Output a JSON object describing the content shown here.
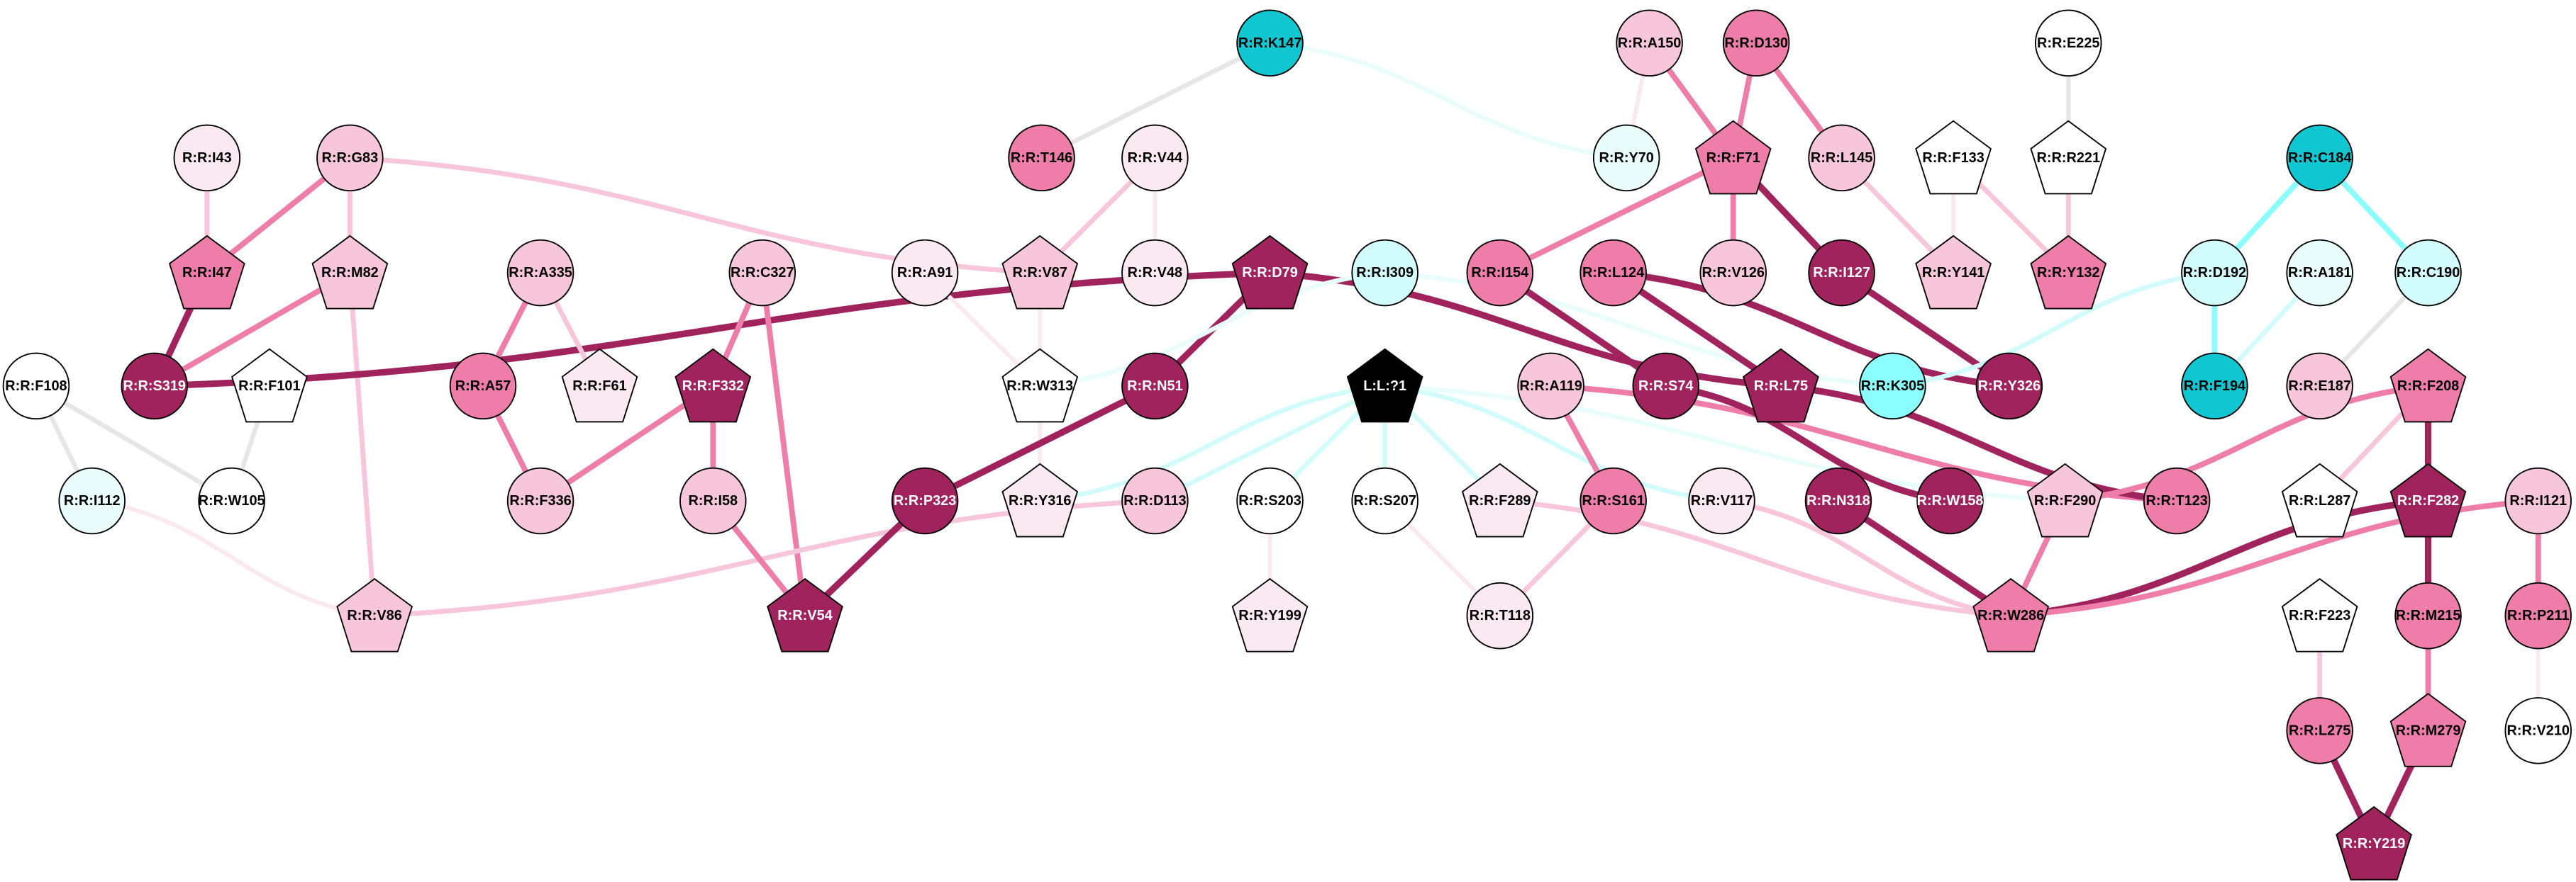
{
  "colors": {
    "white": "#ffffff",
    "very_light_pink": "#fbe9f1",
    "light_pink": "#f7c6da",
    "mid_pink": "#ef7da9",
    "dark_magenta": "#a0235e",
    "dark_cyan": "#10c6d0",
    "mid_cyan": "#8cfdfd",
    "light_cyan": "#d2fcfc",
    "very_light_cyan": "#e9fdfd",
    "gray": "#e6e6e6",
    "black": "#000000"
  },
  "nodes": [
    {
      "id": "K147",
      "label": "R:R:K147",
      "shape": "circle",
      "fill": "#10c6d0"
    },
    {
      "id": "A150",
      "label": "R:R:A150",
      "shape": "circle",
      "fill": "#f7c6da"
    },
    {
      "id": "D130",
      "label": "R:R:D130",
      "shape": "circle",
      "fill": "#ef7da9"
    },
    {
      "id": "E225",
      "label": "R:R:E225",
      "shape": "circle",
      "fill": "#ffffff"
    },
    {
      "id": "I43",
      "label": "R:R:I43",
      "shape": "circle",
      "fill": "#fbe9f1"
    },
    {
      "id": "G83",
      "label": "R:R:G83",
      "shape": "circle",
      "fill": "#f7c6da"
    },
    {
      "id": "T146",
      "label": "R:R:T146",
      "shape": "circle",
      "fill": "#ef7da9"
    },
    {
      "id": "V44",
      "label": "R:R:V44",
      "shape": "circle",
      "fill": "#fbe9f1"
    },
    {
      "id": "Y70",
      "label": "R:R:Y70",
      "shape": "circle",
      "fill": "#e9fdfd"
    },
    {
      "id": "F71",
      "label": "R:R:F71",
      "shape": "pentagon",
      "fill": "#ef7da9"
    },
    {
      "id": "L145",
      "label": "R:R:L145",
      "shape": "circle",
      "fill": "#f7c6da"
    },
    {
      "id": "F133",
      "label": "R:R:F133",
      "shape": "pentagon",
      "fill": "#ffffff"
    },
    {
      "id": "R221",
      "label": "R:R:R221",
      "shape": "pentagon",
      "fill": "#ffffff"
    },
    {
      "id": "C184",
      "label": "R:R:C184",
      "shape": "circle",
      "fill": "#10c6d0"
    },
    {
      "id": "I47",
      "label": "R:R:I47",
      "shape": "pentagon",
      "fill": "#ef7da9"
    },
    {
      "id": "M82",
      "label": "R:R:M82",
      "shape": "pentagon",
      "fill": "#f7c6da"
    },
    {
      "id": "A335",
      "label": "R:R:A335",
      "shape": "circle",
      "fill": "#f7c6da"
    },
    {
      "id": "C327",
      "label": "R:R:C327",
      "shape": "circle",
      "fill": "#f7c6da"
    },
    {
      "id": "A91",
      "label": "R:R:A91",
      "shape": "circle",
      "fill": "#fbe9f1"
    },
    {
      "id": "V87",
      "label": "R:R:V87",
      "shape": "pentagon",
      "fill": "#f7c6da"
    },
    {
      "id": "V48",
      "label": "R:R:V48",
      "shape": "circle",
      "fill": "#fbe9f1"
    },
    {
      "id": "D79",
      "label": "R:R:D79",
      "shape": "pentagon",
      "fill": "#a0235e"
    },
    {
      "id": "I309",
      "label": "R:R:I309",
      "shape": "circle",
      "fill": "#d2fcfc"
    },
    {
      "id": "I154",
      "label": "R:R:I154",
      "shape": "circle",
      "fill": "#ef7da9"
    },
    {
      "id": "L124",
      "label": "R:R:L124",
      "shape": "circle",
      "fill": "#ef7da9"
    },
    {
      "id": "V126",
      "label": "R:R:V126",
      "shape": "circle",
      "fill": "#f7c6da"
    },
    {
      "id": "I127",
      "label": "R:R:I127",
      "shape": "circle",
      "fill": "#a0235e"
    },
    {
      "id": "Y141",
      "label": "R:R:Y141",
      "shape": "pentagon",
      "fill": "#f7c6da"
    },
    {
      "id": "Y132",
      "label": "R:R:Y132",
      "shape": "pentagon",
      "fill": "#ef7da9"
    },
    {
      "id": "D192",
      "label": "R:R:D192",
      "shape": "circle",
      "fill": "#d2fcfc"
    },
    {
      "id": "A181",
      "label": "R:R:A181",
      "shape": "circle",
      "fill": "#e9fdfd"
    },
    {
      "id": "C190",
      "label": "R:R:C190",
      "shape": "circle",
      "fill": "#d2fcfc"
    },
    {
      "id": "F108",
      "label": "R:R:F108",
      "shape": "circle",
      "fill": "#ffffff"
    },
    {
      "id": "S319",
      "label": "R:R:S319",
      "shape": "circle",
      "fill": "#a0235e"
    },
    {
      "id": "F101",
      "label": "R:R:F101",
      "shape": "pentagon",
      "fill": "#ffffff"
    },
    {
      "id": "A57",
      "label": "R:R:A57",
      "shape": "circle",
      "fill": "#ef7da9"
    },
    {
      "id": "F61",
      "label": "R:R:F61",
      "shape": "pentagon",
      "fill": "#fbe9f1"
    },
    {
      "id": "F332",
      "label": "R:R:F332",
      "shape": "pentagon",
      "fill": "#a0235e"
    },
    {
      "id": "W313",
      "label": "R:R:W313",
      "shape": "pentagon",
      "fill": "#ffffff"
    },
    {
      "id": "N51",
      "label": "R:R:N51",
      "shape": "circle",
      "fill": "#a0235e"
    },
    {
      "id": "L1",
      "label": "L:L:?1",
      "shape": "pentagon",
      "fill": "#000000"
    },
    {
      "id": "A119",
      "label": "R:R:A119",
      "shape": "circle",
      "fill": "#f7c6da"
    },
    {
      "id": "S74",
      "label": "R:R:S74",
      "shape": "circle",
      "fill": "#a0235e"
    },
    {
      "id": "L75",
      "label": "R:R:L75",
      "shape": "pentagon",
      "fill": "#a0235e"
    },
    {
      "id": "K305",
      "label": "R:R:K305",
      "shape": "circle",
      "fill": "#8cfdfd"
    },
    {
      "id": "Y326",
      "label": "R:R:Y326",
      "shape": "circle",
      "fill": "#a0235e"
    },
    {
      "id": "F194",
      "label": "R:R:F194",
      "shape": "circle",
      "fill": "#10c6d0"
    },
    {
      "id": "E187",
      "label": "R:R:E187",
      "shape": "circle",
      "fill": "#f7c6da"
    },
    {
      "id": "F208",
      "label": "R:R:F208",
      "shape": "pentagon",
      "fill": "#ef7da9"
    },
    {
      "id": "I112",
      "label": "R:R:I112",
      "shape": "circle",
      "fill": "#e9fdfd"
    },
    {
      "id": "W105",
      "label": "R:R:W105",
      "shape": "circle",
      "fill": "#ffffff"
    },
    {
      "id": "F336",
      "label": "R:R:F336",
      "shape": "circle",
      "fill": "#f7c6da"
    },
    {
      "id": "I58",
      "label": "R:R:I58",
      "shape": "circle",
      "fill": "#f7c6da"
    },
    {
      "id": "P323",
      "label": "R:R:P323",
      "shape": "circle",
      "fill": "#a0235e"
    },
    {
      "id": "Y316",
      "label": "R:R:Y316",
      "shape": "pentagon",
      "fill": "#fbe9f1"
    },
    {
      "id": "D113",
      "label": "R:R:D113",
      "shape": "circle",
      "fill": "#f7c6da"
    },
    {
      "id": "S203",
      "label": "R:R:S203",
      "shape": "circle",
      "fill": "#ffffff"
    },
    {
      "id": "S207",
      "label": "R:R:S207",
      "shape": "circle",
      "fill": "#ffffff"
    },
    {
      "id": "F289",
      "label": "R:R:F289",
      "shape": "pentagon",
      "fill": "#fbe9f1"
    },
    {
      "id": "S161",
      "label": "R:R:S161",
      "shape": "circle",
      "fill": "#ef7da9"
    },
    {
      "id": "V117",
      "label": "R:R:V117",
      "shape": "circle",
      "fill": "#fbe9f1"
    },
    {
      "id": "N318",
      "label": "R:R:N318",
      "shape": "circle",
      "fill": "#a0235e"
    },
    {
      "id": "W158",
      "label": "R:R:W158",
      "shape": "circle",
      "fill": "#a0235e"
    },
    {
      "id": "F290",
      "label": "R:R:F290",
      "shape": "pentagon",
      "fill": "#f7c6da"
    },
    {
      "id": "T123",
      "label": "R:R:T123",
      "shape": "circle",
      "fill": "#ef7da9"
    },
    {
      "id": "L287",
      "label": "R:R:L287",
      "shape": "pentagon",
      "fill": "#ffffff"
    },
    {
      "id": "F282",
      "label": "R:R:F282",
      "shape": "pentagon",
      "fill": "#a0235e"
    },
    {
      "id": "I121",
      "label": "R:R:I121",
      "shape": "circle",
      "fill": "#f7c6da"
    },
    {
      "id": "V86",
      "label": "R:R:V86",
      "shape": "pentagon",
      "fill": "#f7c6da"
    },
    {
      "id": "V54",
      "label": "R:R:V54",
      "shape": "pentagon",
      "fill": "#a0235e"
    },
    {
      "id": "Y199",
      "label": "R:R:Y199",
      "shape": "pentagon",
      "fill": "#fbe9f1"
    },
    {
      "id": "T118",
      "label": "R:R:T118",
      "shape": "circle",
      "fill": "#fbe9f1"
    },
    {
      "id": "W286",
      "label": "R:R:W286",
      "shape": "pentagon",
      "fill": "#ef7da9"
    },
    {
      "id": "F223",
      "label": "R:R:F223",
      "shape": "pentagon",
      "fill": "#ffffff"
    },
    {
      "id": "M215",
      "label": "R:R:M215",
      "shape": "circle",
      "fill": "#ef7da9"
    },
    {
      "id": "P211",
      "label": "R:R:P211",
      "shape": "circle",
      "fill": "#ef7da9"
    },
    {
      "id": "L275",
      "label": "R:R:L275",
      "shape": "circle",
      "fill": "#ef7da9"
    },
    {
      "id": "M279",
      "label": "R:R:M279",
      "shape": "pentagon",
      "fill": "#ef7da9"
    },
    {
      "id": "V210",
      "label": "R:R:V210",
      "shape": "circle",
      "fill": "#ffffff"
    },
    {
      "id": "Y219",
      "label": "R:R:Y219",
      "shape": "pentagon",
      "fill": "#a0235e"
    }
  ],
  "edges": [
    {
      "source": "K147",
      "target": "T146",
      "color": "#e6e6e6"
    },
    {
      "source": "K147",
      "target": "Y70",
      "color": "#e9fdfd"
    },
    {
      "source": "A150",
      "target": "Y70",
      "color": "#fbe9f1"
    },
    {
      "source": "A150",
      "target": "F71",
      "color": "#ef7da9"
    },
    {
      "source": "D130",
      "target": "F71",
      "color": "#ef7da9"
    },
    {
      "source": "D130",
      "target": "L145",
      "color": "#ef7da9"
    },
    {
      "source": "E225",
      "target": "R221",
      "color": "#e6e6e6"
    },
    {
      "source": "I43",
      "target": "I47",
      "color": "#f7c6da"
    },
    {
      "source": "G83",
      "target": "I47",
      "color": "#ef7da9"
    },
    {
      "source": "G83",
      "target": "M82",
      "color": "#f7c6da"
    },
    {
      "source": "G83",
      "target": "V87",
      "color": "#f7c6da"
    },
    {
      "source": "V44",
      "target": "V87",
      "color": "#f7c6da"
    },
    {
      "source": "V44",
      "target": "V48",
      "color": "#fbe9f1"
    },
    {
      "source": "F71",
      "target": "I154",
      "color": "#ef7da9"
    },
    {
      "source": "F71",
      "target": "V126",
      "color": "#ef7da9"
    },
    {
      "source": "F71",
      "target": "I127",
      "color": "#a0235e"
    },
    {
      "source": "L145",
      "target": "Y141",
      "color": "#f7c6da"
    },
    {
      "source": "F133",
      "target": "Y141",
      "color": "#fbe9f1"
    },
    {
      "source": "F133",
      "target": "Y132",
      "color": "#f7c6da"
    },
    {
      "source": "R221",
      "target": "Y132",
      "color": "#f7c6da"
    },
    {
      "source": "C184",
      "target": "D192",
      "color": "#8cfdfd"
    },
    {
      "source": "C184",
      "target": "C190",
      "color": "#8cfdfd"
    },
    {
      "source": "I47",
      "target": "S319",
      "color": "#a0235e"
    },
    {
      "source": "M82",
      "target": "S319",
      "color": "#ef7da9"
    },
    {
      "source": "M82",
      "target": "V86",
      "color": "#f7c6da"
    },
    {
      "source": "D79",
      "target": "S319",
      "color": "#a0235e"
    },
    {
      "source": "A335",
      "target": "A57",
      "color": "#ef7da9"
    },
    {
      "source": "A335",
      "target": "F61",
      "color": "#f7c6da"
    },
    {
      "source": "C327",
      "target": "F332",
      "color": "#ef7da9"
    },
    {
      "source": "C327",
      "target": "V54",
      "color": "#ef7da9"
    },
    {
      "source": "A91",
      "target": "W313",
      "color": "#fbe9f1"
    },
    {
      "source": "V87",
      "target": "Y316",
      "color": "#fbe9f1"
    },
    {
      "source": "D79",
      "target": "N51",
      "color": "#a0235e"
    },
    {
      "source": "D79",
      "target": "L75",
      "color": "#a0235e"
    },
    {
      "source": "I309",
      "target": "W313",
      "color": "#e9fdfd"
    },
    {
      "source": "I309",
      "target": "K305",
      "color": "#e9fdfd"
    },
    {
      "source": "I154",
      "target": "S74",
      "color": "#a0235e"
    },
    {
      "source": "L124",
      "target": "L75",
      "color": "#a0235e"
    },
    {
      "source": "L124",
      "target": "Y326",
      "color": "#a0235e"
    },
    {
      "source": "I127",
      "target": "Y326",
      "color": "#a0235e"
    },
    {
      "source": "D192",
      "target": "K305",
      "color": "#d2fcfc"
    },
    {
      "source": "D192",
      "target": "F194",
      "color": "#8cfdfd"
    },
    {
      "source": "A181",
      "target": "F194",
      "color": "#d2fcfc"
    },
    {
      "source": "C190",
      "target": "E187",
      "color": "#e6e6e6"
    },
    {
      "source": "F108",
      "target": "I112",
      "color": "#e6e6e6"
    },
    {
      "source": "F108",
      "target": "W105",
      "color": "#e6e6e6"
    },
    {
      "source": "F101",
      "target": "W105",
      "color": "#e6e6e6"
    },
    {
      "source": "A57",
      "target": "F336",
      "color": "#ef7da9"
    },
    {
      "source": "F332",
      "target": "F336",
      "color": "#ef7da9"
    },
    {
      "source": "F332",
      "target": "I58",
      "color": "#ef7da9"
    },
    {
      "source": "N51",
      "target": "P323",
      "color": "#a0235e"
    },
    {
      "source": "L1",
      "target": "Y316",
      "color": "#d2fcfc"
    },
    {
      "source": "L1",
      "target": "D113",
      "color": "#d2fcfc"
    },
    {
      "source": "L1",
      "target": "S203",
      "color": "#d2fcfc"
    },
    {
      "source": "L1",
      "target": "S207",
      "color": "#d2fcfc"
    },
    {
      "source": "L1",
      "target": "F289",
      "color": "#d2fcfc"
    },
    {
      "source": "L1",
      "target": "V117",
      "color": "#d2fcfc"
    },
    {
      "source": "L1",
      "target": "F290",
      "color": "#e9fdfd"
    },
    {
      "source": "A119",
      "target": "S161",
      "color": "#ef7da9"
    },
    {
      "source": "A119",
      "target": "T123",
      "color": "#ef7da9"
    },
    {
      "source": "S74",
      "target": "W158",
      "color": "#a0235e"
    },
    {
      "source": "L75",
      "target": "T123",
      "color": "#a0235e"
    },
    {
      "source": "F208",
      "target": "F290",
      "color": "#ef7da9"
    },
    {
      "source": "F208",
      "target": "L287",
      "color": "#f7c6da"
    },
    {
      "source": "F208",
      "target": "F282",
      "color": "#a0235e"
    },
    {
      "source": "I112",
      "target": "V86",
      "color": "#fbe9f1"
    },
    {
      "source": "D113",
      "target": "V86",
      "color": "#f7c6da"
    },
    {
      "source": "I58",
      "target": "V54",
      "color": "#ef7da9"
    },
    {
      "source": "P323",
      "target": "V54",
      "color": "#a0235e"
    },
    {
      "source": "S203",
      "target": "Y199",
      "color": "#fbe9f1"
    },
    {
      "source": "S207",
      "target": "T118",
      "color": "#fbe9f1"
    },
    {
      "source": "S161",
      "target": "T118",
      "color": "#f7c6da"
    },
    {
      "source": "F289",
      "target": "W286",
      "color": "#f7c6da"
    },
    {
      "source": "V117",
      "target": "W286",
      "color": "#f7c6da"
    },
    {
      "source": "N318",
      "target": "W286",
      "color": "#a0235e"
    },
    {
      "source": "F290",
      "target": "W286",
      "color": "#ef7da9"
    },
    {
      "source": "F282",
      "target": "W286",
      "color": "#a0235e"
    },
    {
      "source": "I121",
      "target": "W286",
      "color": "#ef7da9"
    },
    {
      "source": "F282",
      "target": "M215",
      "color": "#a0235e"
    },
    {
      "source": "I121",
      "target": "P211",
      "color": "#ef7da9"
    },
    {
      "source": "P211",
      "target": "V210",
      "color": "#fbe9f1"
    },
    {
      "source": "F223",
      "target": "L275",
      "color": "#f7c6da"
    },
    {
      "source": "M215",
      "target": "M279",
      "color": "#ef7da9"
    },
    {
      "source": "L275",
      "target": "Y219",
      "color": "#a0235e"
    },
    {
      "source": "M279",
      "target": "Y219",
      "color": "#a0235e"
    }
  ]
}
